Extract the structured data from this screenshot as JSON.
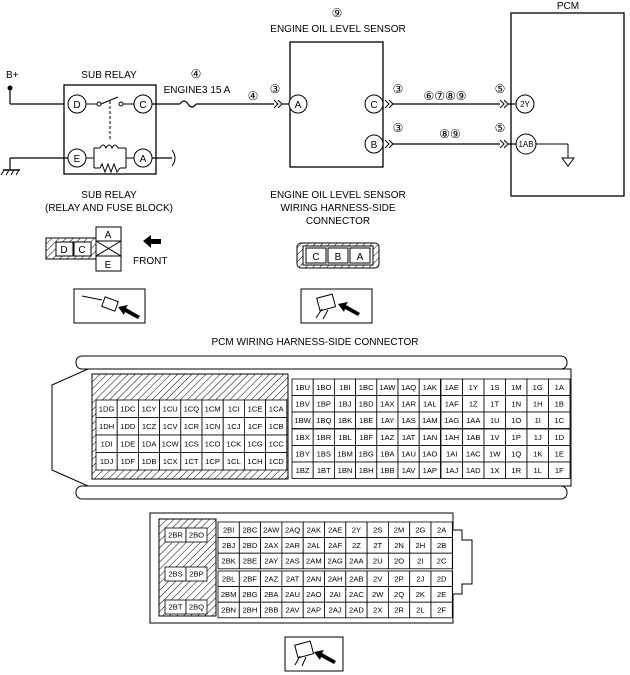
{
  "labels": {
    "pcm": "PCM",
    "bplus": "B+",
    "sub_relay": "SUB RELAY",
    "fuse_num": "④",
    "fuse_name": "ENGINE3 15 A",
    "sensor_num": "⑨",
    "sensor_title": "ENGINE OIL LEVEL SENSOR",
    "wire_a": "④",
    "wire_a_right": "③",
    "wire_c_left": "③",
    "wire_c_mid": "⑥⑦⑧⑨",
    "wire_c_right": "⑤",
    "wire_b_left": "③",
    "wire_b_mid": "⑧⑨",
    "wire_b_right": "⑤",
    "sub_relay_caption_1": "SUB RELAY",
    "sub_relay_caption_2": "(RELAY AND FUSE BLOCK)",
    "sensor_conn_1": "ENGINE OIL LEVEL SENSOR",
    "sensor_conn_2": "WIRING HARNESS-SIDE",
    "sensor_conn_3": "CONNECTOR",
    "front": "FRONT",
    "pcm_conn_title": "PCM WIRING HARNESS-SIDE CONNECTOR"
  },
  "terminals": {
    "relay_d": "D",
    "relay_c": "C",
    "relay_e": "E",
    "relay_a": "A",
    "sensor_a": "A",
    "sensor_c": "C",
    "sensor_b": "B",
    "pcm_2y": "2Y",
    "pcm_1ab": "1AB"
  },
  "relay_connector": {
    "d": "D",
    "c": "C",
    "a": "A",
    "e": "E"
  },
  "sensor_connector": [
    "C",
    "B",
    "A"
  ],
  "pcm_connector_1": {
    "left_rows": [
      [
        "1DG",
        "1DC",
        "1CY",
        "1CU",
        "1CQ",
        "1CM",
        "1CI",
        "1CE",
        "1CA"
      ],
      [
        "1DH",
        "1DD",
        "1CZ",
        "1CV",
        "1CR",
        "1CN",
        "1CJ",
        "1CF",
        "1CB"
      ],
      [
        "1DI",
        "1DE",
        "1DA",
        "1CW",
        "1CS",
        "1CO",
        "1CK",
        "1CG",
        "1CC"
      ],
      [
        "1DJ",
        "1DF",
        "1DB",
        "1CX",
        "1CT",
        "1CP",
        "1CL",
        "1CH",
        "1CD"
      ]
    ],
    "mid_top": [
      [
        "1BU",
        "1BO",
        "1BI",
        "1BC",
        "1AW",
        "1AQ",
        "1AK"
      ],
      [
        "1BV",
        "1BP",
        "1BJ",
        "1BD",
        "1AX",
        "1AR",
        "1AL"
      ],
      [
        "1BW",
        "1BQ",
        "1BK",
        "1BE",
        "1AY",
        "1AS",
        "1AM"
      ]
    ],
    "mid_bottom": [
      [
        "1BX",
        "1BR",
        "1BL",
        "1BF",
        "1AZ",
        "1AT",
        "1AN"
      ],
      [
        "1BY",
        "1BS",
        "1BM",
        "1BG",
        "1BA",
        "1AU",
        "1AO"
      ],
      [
        "1BZ",
        "1BT",
        "1BN",
        "1BH",
        "1BB",
        "1AV",
        "1AP"
      ]
    ],
    "right_top": [
      [
        "1AE",
        "1Y",
        "1S",
        "1M",
        "1G",
        "1A"
      ],
      [
        "1AF",
        "1Z",
        "1T",
        "1N",
        "1H",
        "1B"
      ],
      [
        "1AG",
        "1AA",
        "1U",
        "1O",
        "1I",
        "1C"
      ]
    ],
    "right_bottom": [
      [
        "1AH",
        "1AB",
        "1V",
        "1P",
        "1J",
        "1D"
      ],
      [
        "1AI",
        "1AC",
        "1W",
        "1Q",
        "1K",
        "1E"
      ],
      [
        "1AJ",
        "1AD",
        "1X",
        "1R",
        "1L",
        "1F"
      ]
    ]
  },
  "pcm_connector_2": {
    "left_cells": [
      [
        "2BR",
        "2BO"
      ],
      [
        "2BS",
        "2BP"
      ],
      [
        "2BT",
        "2BQ"
      ]
    ],
    "top": [
      [
        "2BI",
        "2BC",
        "2AW",
        "2AQ",
        "2AK",
        "2AE",
        "2Y",
        "2S",
        "2M",
        "2G",
        "2A"
      ],
      [
        "2BJ",
        "2BD",
        "2AX",
        "2AR",
        "2AL",
        "2AF",
        "2Z",
        "2T",
        "2N",
        "2H",
        "2B"
      ],
      [
        "2BK",
        "2BE",
        "2AY",
        "2AS",
        "2AM",
        "2AG",
        "2AA",
        "2U",
        "2O",
        "2I",
        "2C"
      ]
    ],
    "bottom": [
      [
        "2BL",
        "2BF",
        "2AZ",
        "2AT",
        "2AN",
        "2AH",
        "2AB",
        "2V",
        "2P",
        "2J",
        "2D"
      ],
      [
        "2BM",
        "2BG",
        "2BA",
        "2AU",
        "2AO",
        "2AI",
        "2AC",
        "2W",
        "2Q",
        "2K",
        "2E"
      ],
      [
        "2BN",
        "2BH",
        "2BB",
        "2AV",
        "2AP",
        "2AJ",
        "2AD",
        "2X",
        "2R",
        "2L",
        "2F"
      ]
    ]
  }
}
